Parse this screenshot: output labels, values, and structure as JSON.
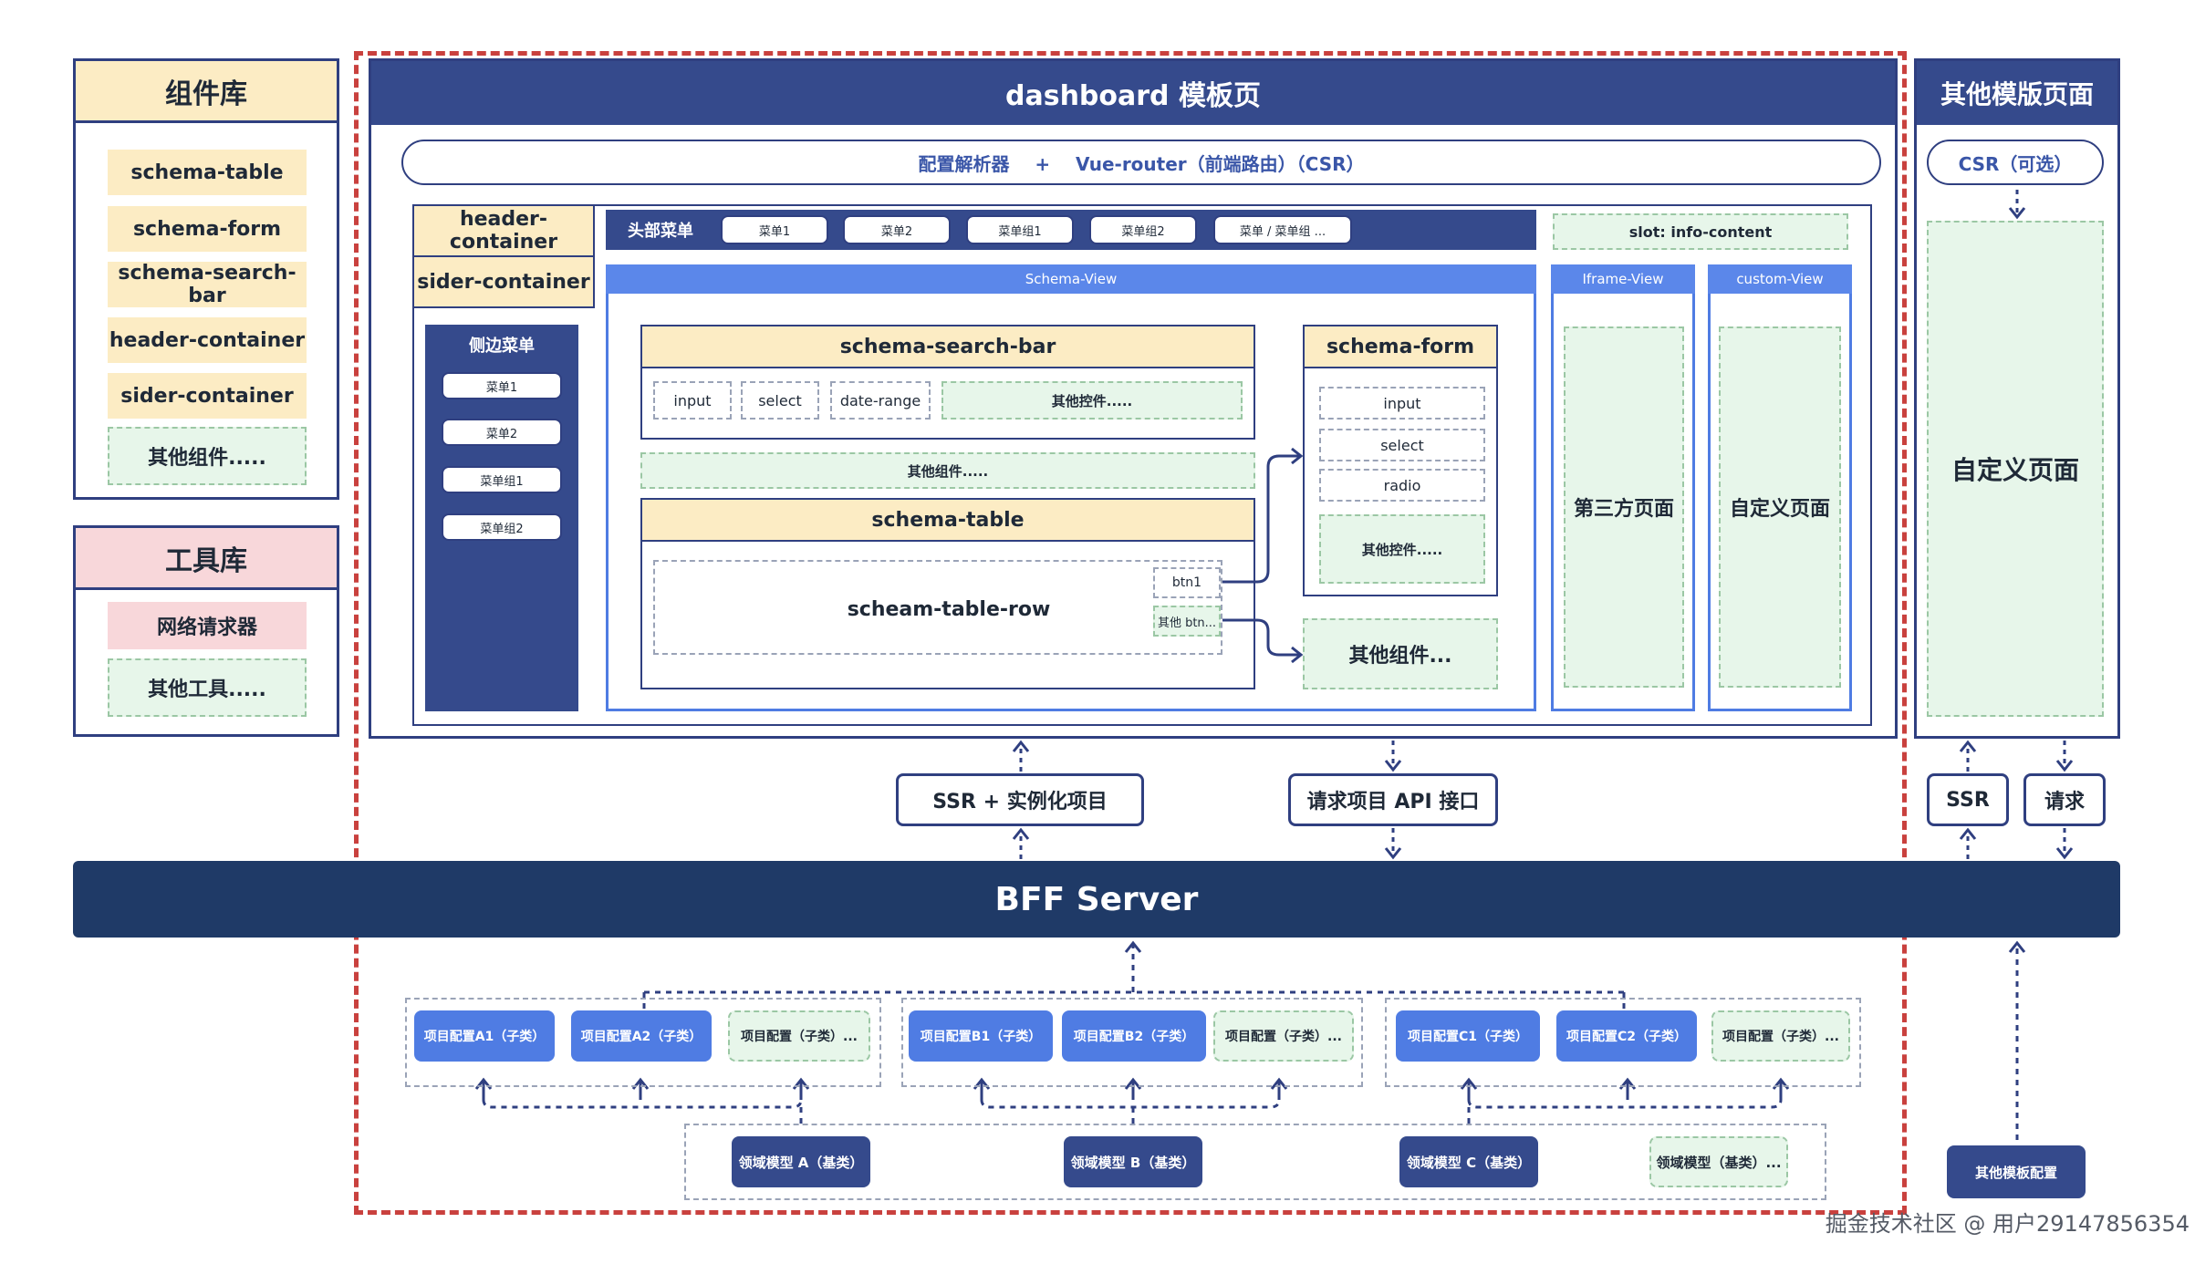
{
  "component_library": {
    "title": "组件库",
    "items": [
      "schema-table",
      "schema-form",
      "schema-search-bar",
      "header-container",
      "sider-container"
    ],
    "other": "其他组件....."
  },
  "tool_library": {
    "title": "工具库",
    "item": "网络请求器",
    "other": "其他工具....."
  },
  "dashboard": {
    "title": "dashboard 模板页",
    "config_bar": "配置解析器    +    Vue-router（前端路由）（CSR）",
    "header_container": "header-container",
    "sider_container": "sider-container",
    "head_menu": "头部菜单",
    "head_menu_items": [
      "菜单1",
      "菜单2",
      "菜单组1",
      "菜单组2",
      "菜单 / 菜单组 ..."
    ],
    "slot_info": "slot: info-content",
    "side_menu": "侧边菜单",
    "side_menu_items": [
      "菜单1",
      "菜单2",
      "菜单组1",
      "菜单组2"
    ],
    "schema_view": "Schema-View",
    "iframe_view": "Iframe-View",
    "custom_view": "custom-View",
    "search_bar": {
      "title": "schema-search-bar",
      "controls": [
        "input",
        "select",
        "date-range"
      ],
      "other": "其他控件....."
    },
    "other_components_mid": "其他组件.....",
    "table": {
      "title": "schema-table",
      "row": "scheam-table-row",
      "btn1": "btn1",
      "btn_other": "其他 btn..."
    },
    "form": {
      "title": "schema-form",
      "fields": [
        "input",
        "select",
        "radio"
      ],
      "other": "其他控件....."
    },
    "other_components_right": "其他组件...",
    "third_party_page": "第三方页面",
    "custom_page": "自定义页面"
  },
  "other_template": {
    "title": "其他模版页面",
    "csr": "CSR（可选）",
    "custom_page": "自定义页面",
    "ssr": "SSR",
    "request": "请求",
    "config": "其他模板配置"
  },
  "middle_boxes": {
    "ssr_instance": "SSR + 实例化项目",
    "api_request": "请求项目 API 接口"
  },
  "bff": {
    "title": "BFF Server"
  },
  "project_groups": [
    {
      "items": [
        "项目配置A1（子类）",
        "项目配置A2（子类）",
        "项目配置（子类）..."
      ],
      "domain": "领域模型 A（基类）"
    },
    {
      "items": [
        "项目配置B1（子类）",
        "项目配置B2（子类）",
        "项目配置（子类）..."
      ],
      "domain": "领域模型 B（基类）"
    },
    {
      "items": [
        "项目配置C1（子类）",
        "项目配置C2（子类）",
        "项目配置（子类）..."
      ],
      "domain": "领域模型 C（基类）"
    }
  ],
  "domain_other": "领域模型（基类）...",
  "watermark": "掘金技术社区 @ 用户29147856354",
  "colors": {
    "navy": "#354a8c",
    "bff": "#1f3a67",
    "cream": "#fcecc4",
    "pink": "#f8d7da",
    "mint": "#e7f6ea",
    "blue": "#4f7ce3",
    "red_dash": "#c9413e"
  }
}
